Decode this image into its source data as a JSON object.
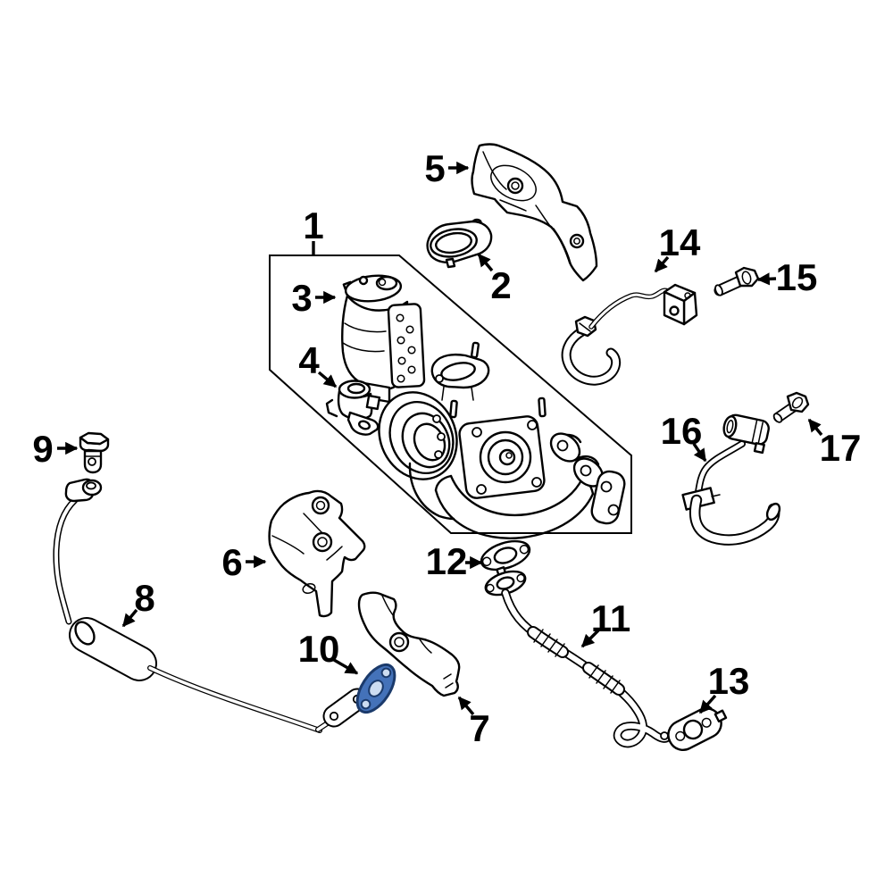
{
  "diagram": {
    "type": "exploded-parts-diagram",
    "background_color": "#ffffff",
    "line_color": "#000000",
    "highlighted_part": {
      "number": "10",
      "fill_color": "#4472b9",
      "outline_color": "#1b3a6b",
      "hole_color": "#ccdcf1"
    },
    "callouts": [
      {
        "number": "1"
      },
      {
        "number": "2"
      },
      {
        "number": "3"
      },
      {
        "number": "4"
      },
      {
        "number": "5"
      },
      {
        "number": "6"
      },
      {
        "number": "7"
      },
      {
        "number": "8"
      },
      {
        "number": "9"
      },
      {
        "number": "10"
      },
      {
        "number": "11"
      },
      {
        "number": "12"
      },
      {
        "number": "13"
      },
      {
        "number": "14"
      },
      {
        "number": "15"
      },
      {
        "number": "16"
      },
      {
        "number": "17"
      }
    ]
  }
}
